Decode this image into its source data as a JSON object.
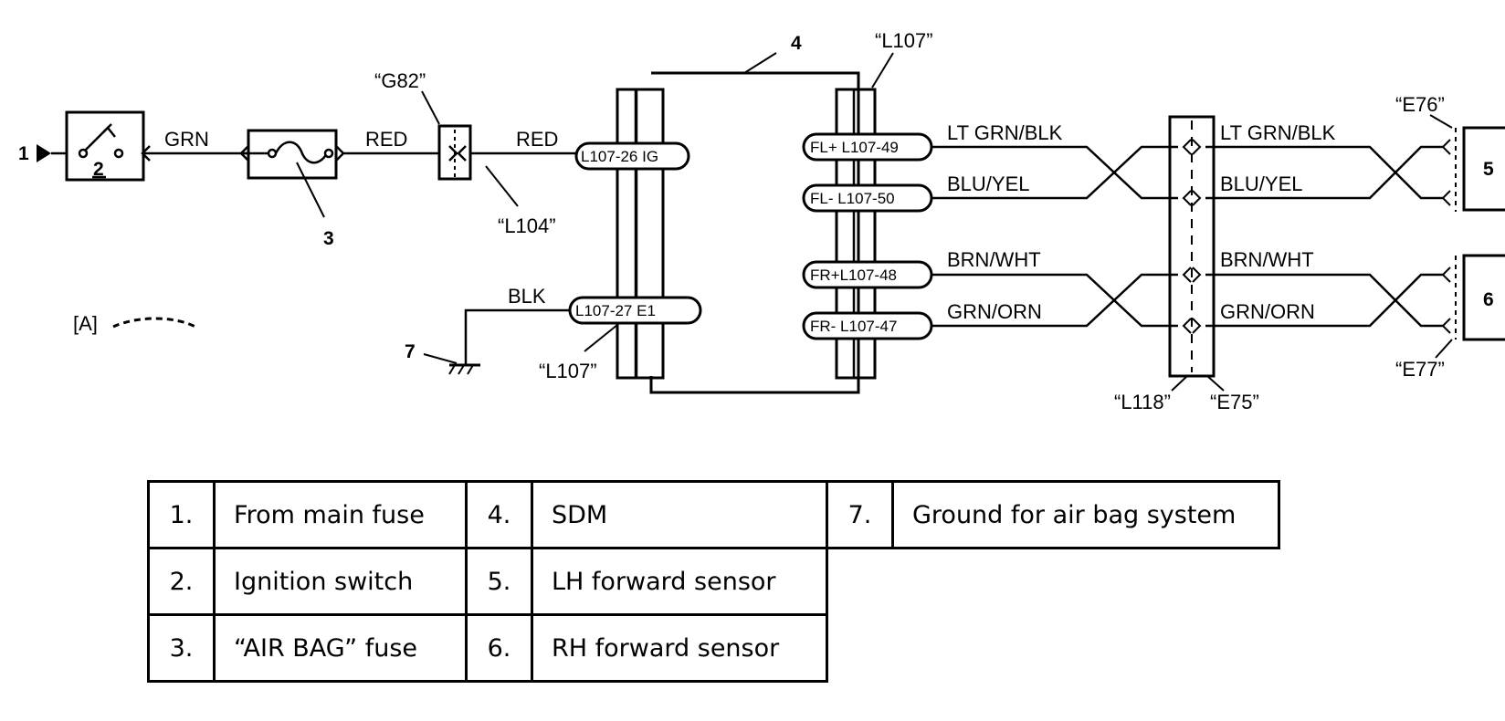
{
  "wires": {
    "grn": "GRN",
    "red_1": "RED",
    "red_2": "RED",
    "blk": "BLK",
    "lt_grn_blk_left": "LT GRN/BLK",
    "blu_yel_left": "BLU/YEL",
    "brn_wht_left": "BRN/WHT",
    "grn_orn_left": "GRN/ORN",
    "lt_grn_blk_right": "LT GRN/BLK",
    "blu_yel_right": "BLU/YEL",
    "brn_wht_right": "BRN/WHT",
    "grn_orn_right": "GRN/ORN"
  },
  "connectors": {
    "g82": "“G82”",
    "l104": "“L104”",
    "l107_top": "“L107”",
    "l107_bottom": "“L107”",
    "l118": "“L118”",
    "e75": "“E75”",
    "e76": "“E76”",
    "e77": "“E77”"
  },
  "pins": {
    "ig": "L107-26  IG",
    "e1": "L107-27   E1",
    "fl_plus": "FL+ L107-49",
    "fl_minus": "FL-  L107-50",
    "fr_plus": "FR+L107-48",
    "fr_minus": "FR-  L107-47"
  },
  "callouts": {
    "n1": "1",
    "n2": "2",
    "n3": "3",
    "n4": "4",
    "n5": "5",
    "n6": "6",
    "n7": "7",
    "a": "[A]"
  },
  "legend": {
    "rows": [
      [
        {
          "num": "1.",
          "text": "From main fuse"
        },
        {
          "num": "4.",
          "text": "SDM"
        },
        {
          "num": "7.",
          "text": "Ground for air bag system"
        }
      ],
      [
        {
          "num": "2.",
          "text": "Ignition switch"
        },
        {
          "num": "5.",
          "text": "LH forward sensor"
        }
      ],
      [
        {
          "num": "3.",
          "text": "“AIR BAG” fuse"
        },
        {
          "num": "6.",
          "text": "RH forward sensor"
        }
      ]
    ]
  }
}
